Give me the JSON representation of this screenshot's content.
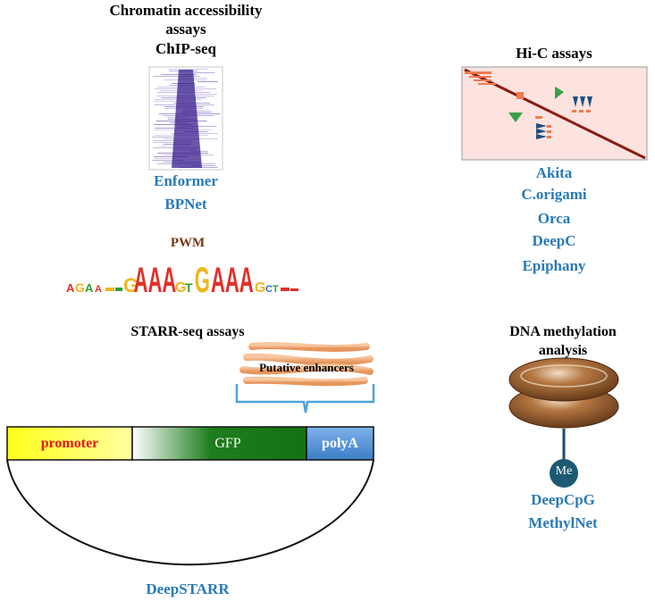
{
  "chromatin": {
    "title_line1": "Chromatin accessibility",
    "title_line2": "assays",
    "subtitle": "ChIP-seq",
    "tools": [
      "Enformer",
      "BPNet"
    ],
    "motif_label": "PWM"
  },
  "hic": {
    "title": "Hi-C assays",
    "tools": [
      "Akita",
      "C.origami",
      "Orca",
      "DeepC",
      "Epiphany"
    ]
  },
  "starr": {
    "title": "STARR-seq assays",
    "enhancer_label": "Putative enhancers",
    "vector": {
      "promoter": "promoter",
      "gfp": "GFP",
      "polya": "polyA"
    },
    "tool": "DeepSTARR"
  },
  "methylation": {
    "title_line1": "DNA methylation",
    "title_line2": "analysis",
    "mark_label": "Me",
    "tools": [
      "DeepCpG",
      "MethylNet"
    ]
  },
  "colors": {
    "tool_text": "#2a7ab8",
    "promoter_fill": "#ffff33",
    "promoter_text": "#e8191c",
    "gfp_fill": "#1e7d1e",
    "polya_fill": "#4d8fd6",
    "hic_background": "#fde3df",
    "hic_diagonal": "#8b1a0e",
    "nucleosome": "#9a5a2a",
    "bracket": "#4fa3d9"
  }
}
